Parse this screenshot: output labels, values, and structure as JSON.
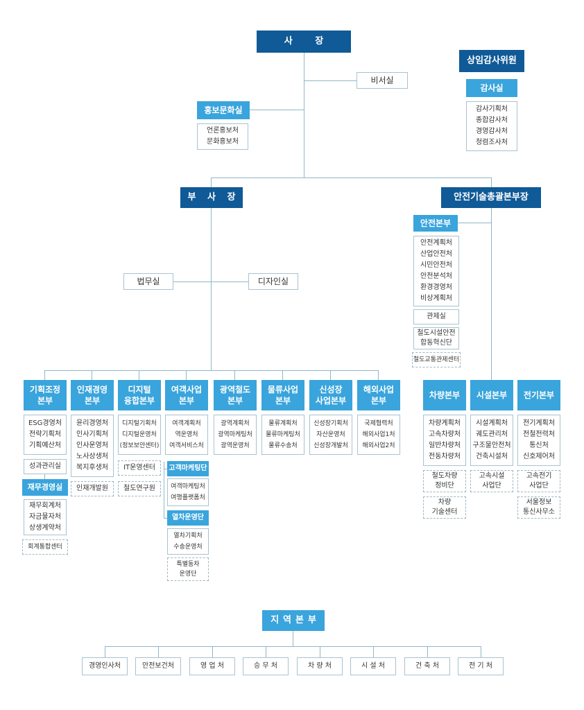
{
  "top": {
    "president": "사 장",
    "secretary": "비서실",
    "audit_committee": "상임감사위원",
    "audit_office": "감사실",
    "audit_depts": [
      "감사기획처",
      "종합감사처",
      "경영감사처",
      "청렴조사처"
    ],
    "pr_office": "홍보문화실",
    "pr_depts": [
      "언론홍보처",
      "문화홍보처"
    ]
  },
  "vice": {
    "title": "부 사 장",
    "legal": "법무실",
    "design": "디자인실"
  },
  "divisions": [
    {
      "title": [
        "기획조정",
        "본부"
      ],
      "depts": [
        "ESG경영처",
        "전략기획처",
        "기획예산처"
      ]
    },
    {
      "title": [
        "인재경영",
        "본부"
      ],
      "depts": [
        "윤리경영처",
        "인사기획처",
        "인사운영처",
        "노사상생처",
        "복지후생처"
      ]
    },
    {
      "title": [
        "디지털",
        "융합본부"
      ],
      "depts": [
        "디지털기획처",
        "디지털운영처",
        "(정보보안센터)"
      ]
    },
    {
      "title": [
        "여객사업",
        "본부"
      ],
      "depts": [
        "여객계획처",
        "역운영처",
        "여객서비스처"
      ]
    },
    {
      "title": [
        "광역철도",
        "본부"
      ],
      "depts": [
        "광역계획처",
        "광역마케팅처",
        "광역운영처"
      ]
    },
    {
      "title": [
        "물류사업",
        "본부"
      ],
      "depts": [
        "물류계획처",
        "물류마케팅처",
        "물류수송처"
      ]
    },
    {
      "title": [
        "신성장",
        "사업본부"
      ],
      "depts": [
        "신성장기획처",
        "자산운영처",
        "신성장개발처"
      ]
    },
    {
      "title": [
        "해외사업",
        "본부"
      ],
      "depts": [
        "국제협력처",
        "해외사업1처",
        "해외사업2처"
      ]
    }
  ],
  "sub": {
    "performance": "성과관리실",
    "finance": "재무경영실",
    "finance_depts": [
      "재무회계처",
      "자금물자처",
      "상생계약처"
    ],
    "accounting_center": "회계통합센터",
    "talent": "인재개발원",
    "it_center": "IT운영센터",
    "research": "철도연구원",
    "customer_marketing": "고객마케팅단",
    "customer_marketing_depts": [
      "여객마케팅처",
      "여행플랫폼처"
    ],
    "train_ops": "열차운영단",
    "train_ops_depts": [
      "열차기획처",
      "수송운영처"
    ],
    "special_train": [
      "특별동차",
      "운영단"
    ]
  },
  "safety": {
    "title": "안전기술총괄본부장",
    "safety_division": "안전본부",
    "safety_depts": [
      "안전계획처",
      "산업안전처",
      "시민안전처",
      "안전분석처",
      "환경경영처",
      "비상계획처"
    ],
    "control": "관제실",
    "facility_group": [
      "철도시설안전",
      "합동혁신단"
    ],
    "traffic_center": "철도교통관제센터",
    "rolling_stock": {
      "title": "차량본부",
      "depts": [
        "차량계획처",
        "고속차량처",
        "일반차량처",
        "전동차량처"
      ],
      "unit1": [
        "철도차량",
        "정비단"
      ],
      "unit2": [
        "차량",
        "기술센터"
      ]
    },
    "facility": {
      "title": "시설본부",
      "depts": [
        "시설계획처",
        "궤도관리처",
        "구조물안전처",
        "건축시설처"
      ],
      "unit1": [
        "고속시설",
        "사업단"
      ]
    },
    "electric": {
      "title": "전기본부",
      "depts": [
        "전기계획처",
        "전철전력처",
        "통신처",
        "신호제어처"
      ],
      "unit1": [
        "고속전기",
        "사업단"
      ],
      "unit2": [
        "서울정보",
        "통신사무소"
      ]
    }
  },
  "regional": {
    "title": "지역본부",
    "depts": [
      "경영인사처",
      "안전보건처",
      "영 업 처",
      "승 무 처",
      "차 량 처",
      "시 설 처",
      "건 축 처",
      "전 기 처"
    ]
  }
}
